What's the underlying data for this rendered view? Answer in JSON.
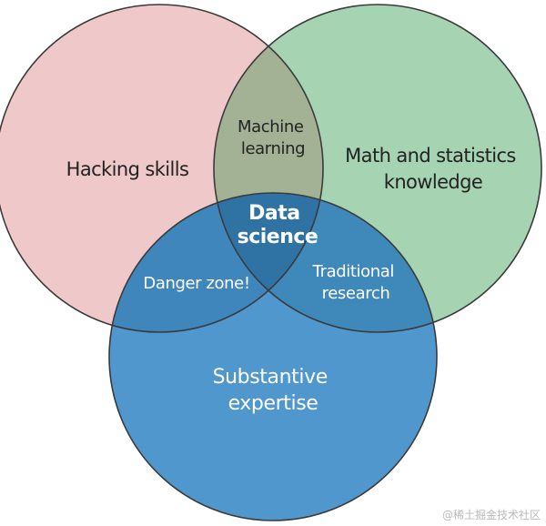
{
  "diagram": {
    "sets": [
      {
        "id": "hacking",
        "label_lines": [
          "Hacking skills"
        ],
        "fill": "#efc9c9"
      },
      {
        "id": "math",
        "label_lines": [
          "Math and statistics",
          "knowledge"
        ],
        "fill": "#a6d4b3"
      },
      {
        "id": "substantive",
        "label_lines": [
          "Substantive",
          "expertise"
        ],
        "fill": "#4f97cc"
      }
    ],
    "intersections": [
      {
        "id": "machine-learning",
        "label_lines": [
          "Machine",
          "learning"
        ],
        "fill": "#a3b294"
      },
      {
        "id": "danger-zone",
        "label_lines": [
          "Danger zone!"
        ],
        "fill": "#3f86bd"
      },
      {
        "id": "traditional-research",
        "label_lines": [
          "Traditional",
          "research"
        ],
        "fill": "#3f88ba"
      },
      {
        "id": "data-science",
        "label_lines": [
          "Data",
          "science"
        ],
        "fill": "#2f73a5"
      }
    ],
    "stroke_color": "#3a3a3a"
  },
  "watermark": "@稀土掘金技术社区"
}
